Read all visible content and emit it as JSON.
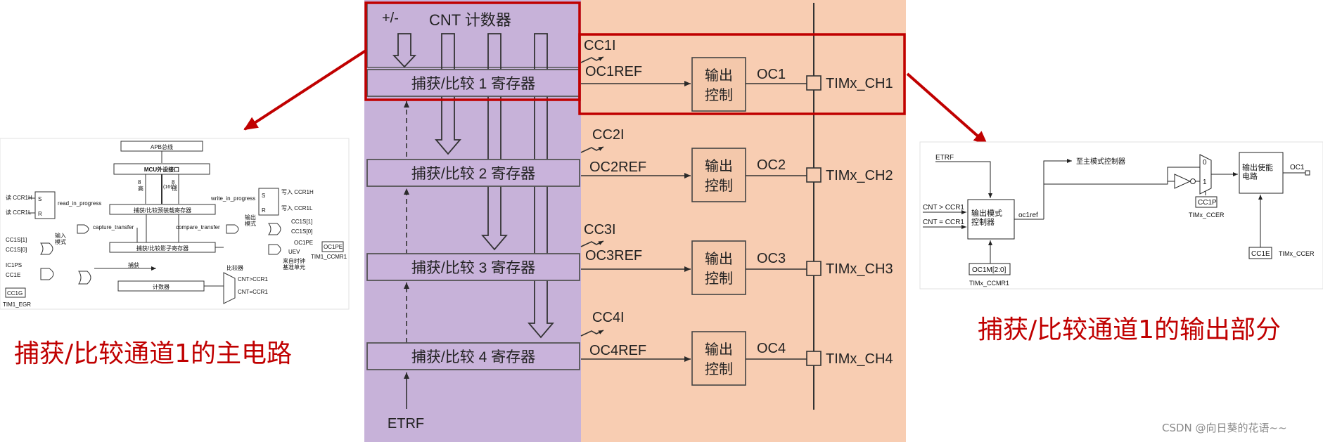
{
  "main": {
    "counter_sign": "+/-",
    "counter_label": "CNT 计数器",
    "etrf_label": "ETRF",
    "channels": [
      {
        "cc": "CC1I",
        "ref": "OC1REF",
        "reg": "捕获/比较 1 寄存器",
        "ctrl1": "输出",
        "ctrl2": "控制",
        "oc": "OC1",
        "pin": "TIMx_CH1"
      },
      {
        "cc": "CC2I",
        "ref": "OC2REF",
        "reg": "捕获/比较 2 寄存器",
        "ctrl1": "输出",
        "ctrl2": "控制",
        "oc": "OC2",
        "pin": "TIMx_CH2"
      },
      {
        "cc": "CC3I",
        "ref": "OC3REF",
        "reg": "捕获/比较 3 寄存器",
        "ctrl1": "输出",
        "ctrl2": "控制",
        "oc": "OC3",
        "pin": "TIMx_CH3"
      },
      {
        "cc": "CC4I",
        "ref": "OC4REF",
        "reg": "捕获/比较 4 寄存器",
        "ctrl1": "输出",
        "ctrl2": "控制",
        "oc": "OC4",
        "pin": "TIMx_CH4"
      }
    ]
  },
  "left": {
    "caption": "捕获/比较通道1的主电路",
    "apb": "APB总线",
    "mcu": "MCU外设接口",
    "preload": "捕获/比较预装载寄存器",
    "shadow": "捕获/比较影子寄存器",
    "counter": "计数器",
    "read_ccr1h": "读 CCR1H",
    "read_ccr1l": "读 CCR1L",
    "read_in_progress": "read_in_progress",
    "write_in_progress": "write_in_progress",
    "write_ccr1h": "写入 CCR1H",
    "write_ccr1l": "写入 CCR1L",
    "capture_transfer": "capture_transfer",
    "compare_transfer": "compare_transfer",
    "input_mode": "输入\n模式",
    "output_mode": "输出\n模式",
    "cc1s1_left": "CC1S[1]",
    "cc1s0_left": "CC1S[0]",
    "cc1s1_right": "CC1S[1]",
    "cc1s0_right": "CC1S[0]",
    "oc1pe_label": "OC1PE",
    "oc1pe_box": "OC1PE",
    "uev": "UEV",
    "from_timebase": "来自时钟\n基准单元",
    "tim1_ccmr1": "TIM1_CCMR1",
    "ic1ps": "IC1PS",
    "cc1e": "CC1E",
    "cc1g": "CC1G",
    "tim1_egr": "TIM1_EGR",
    "capture": "捕获",
    "comparator": "比较器",
    "cnt_gt": "CNT>CCR1",
    "cnt_eq": "CNT=CCR1",
    "s": "S",
    "r": "R",
    "high8": "8\n高",
    "low8": "8\n低",
    "bus16": "(16位)"
  },
  "right": {
    "caption": "捕获/比较通道1的输出部分",
    "etrf": "ETRF",
    "to_master": "至主模式控制器",
    "cnt_gt": "CNT > CCR1",
    "cnt_eq": "CNT = CCR1",
    "omc": "输出模式\n控制器",
    "oc1ref": "oc1ref",
    "oc1m": "OC1M[2:0]",
    "tim_ccmr1": "TIMx_CCMR1",
    "mux0": "0",
    "mux1": "1",
    "cc1p": "CC1P",
    "tim_ccer1": "TIMx_CCER",
    "out_enable": "输出使能\n电路",
    "oc1": "OC1",
    "cc1e": "CC1E",
    "tim_ccer2": "TIMx_CCER"
  },
  "watermark": "CSDN @向日葵的花语~~",
  "colors": {
    "purple": "#c7b2d9",
    "peach": "#f8cdb2",
    "red": "#c00000",
    "box_fill": "#c9b3db",
    "ctrl_fill": "#f4c8ab",
    "line": "#2b2b2b"
  }
}
